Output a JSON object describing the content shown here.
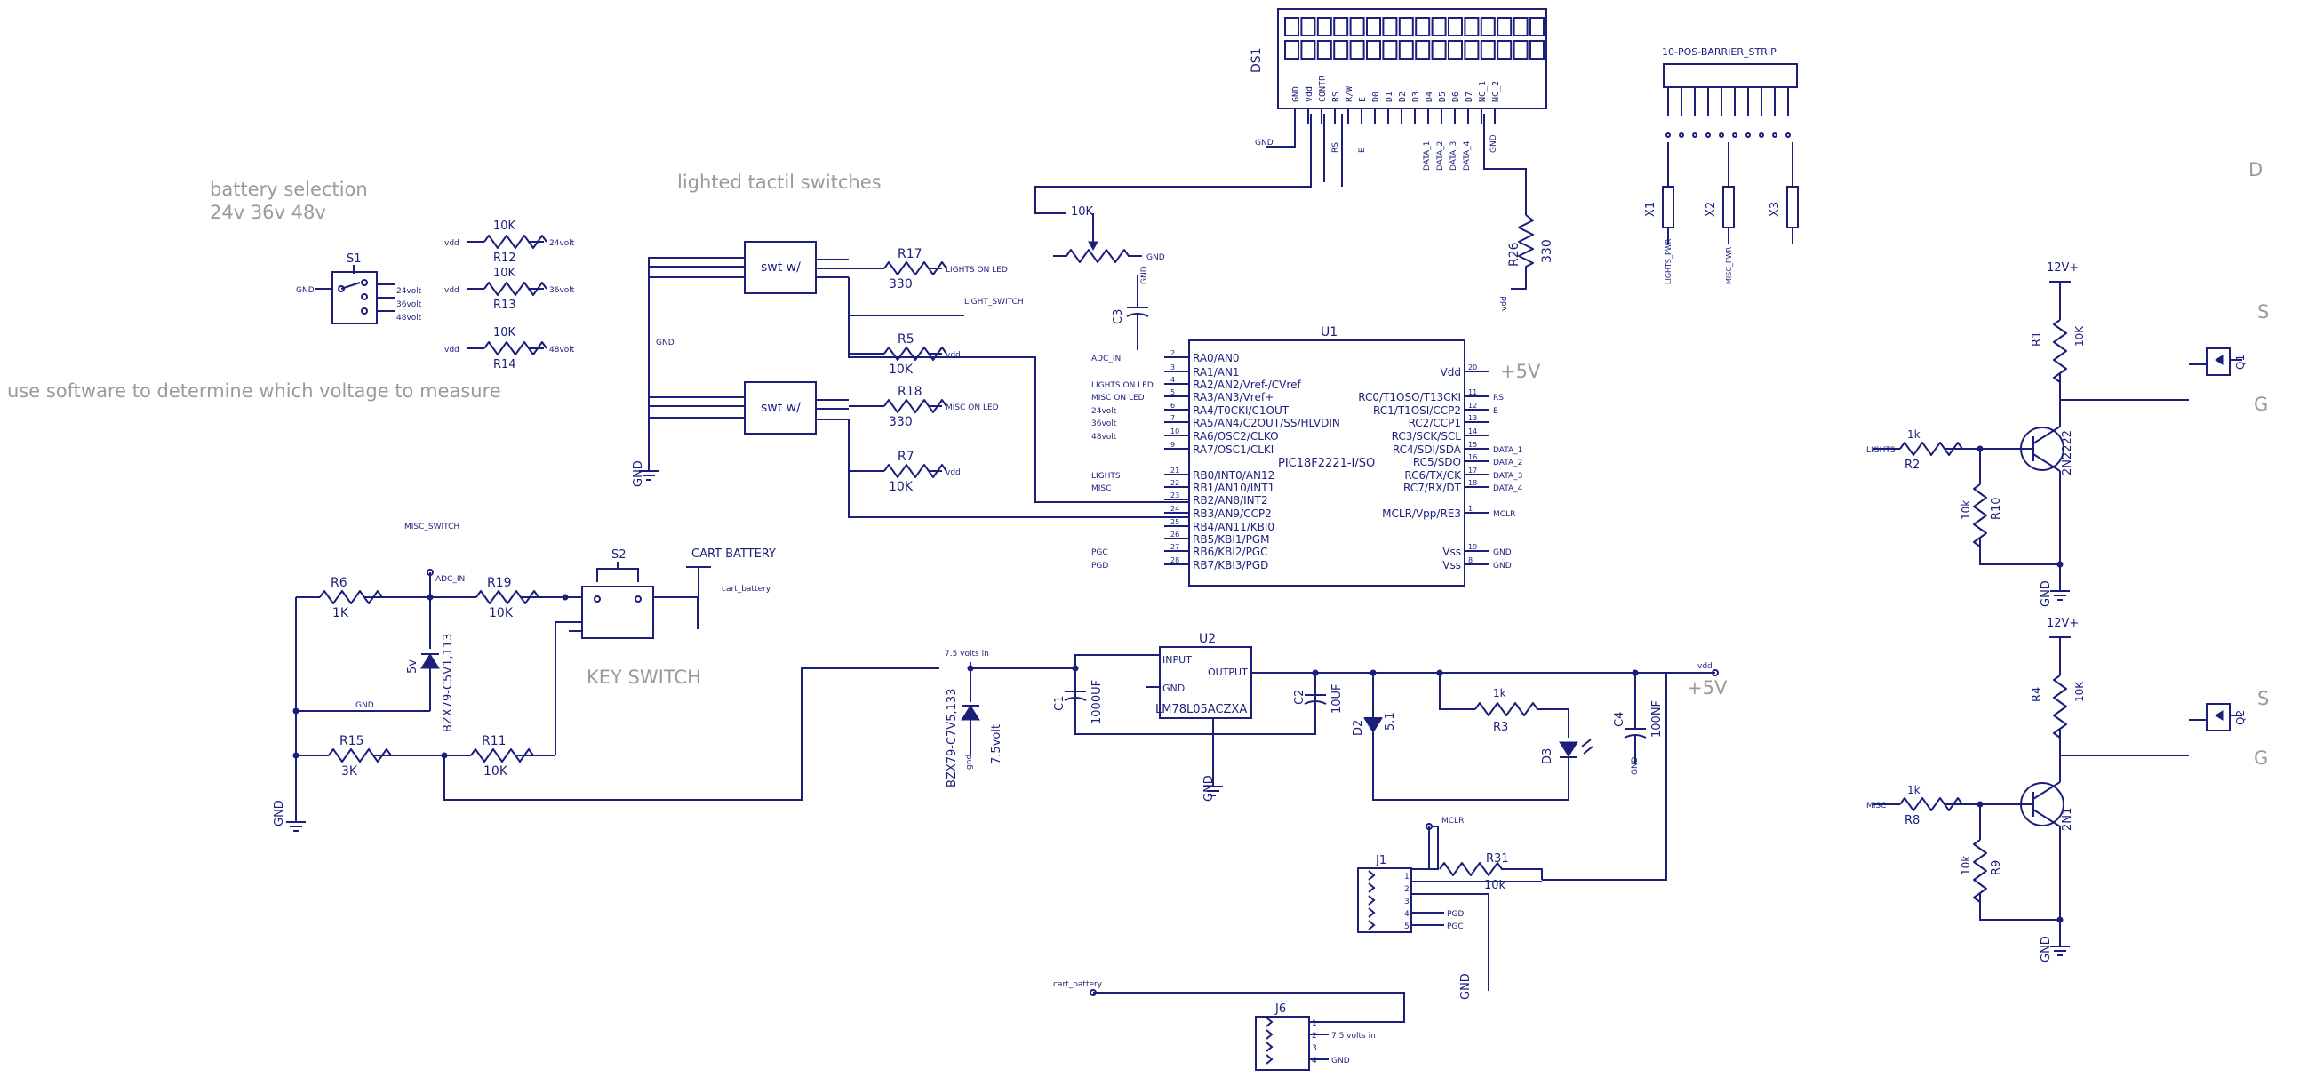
{
  "notes": {
    "battery_selection_1": "battery selection",
    "battery_selection_2": "24v 36v 48v",
    "lighted_switches": "lighted tactil switches",
    "software": "use software to determine which voltage to measure",
    "key_switch": "KEY SWITCH",
    "cart_battery_title": "CART BATTERY",
    "plus5v_a": "+5V",
    "plus5v_b": "+5V",
    "sheet_letter": "D"
  },
  "refs": {
    "DS1": "DS1",
    "U1": "U1",
    "U2": "U2",
    "S1": "S1",
    "S2": "S2",
    "J1": "J1",
    "J6": "J6",
    "Q1": "Q1",
    "Q2": "Q2",
    "R1": "R1",
    "R2": "R2",
    "R3": "R3",
    "R4": "R4",
    "R5": "R5",
    "R6": "R6",
    "R7": "R7",
    "R8": "R8",
    "R9": "R9",
    "R10": "R10",
    "R11": "R11",
    "R12": "R12",
    "R13": "R13",
    "R14": "R14",
    "R15": "R15",
    "R17": "R17",
    "R18": "R18",
    "R19": "R19",
    "R26": "R26",
    "R31": "R31",
    "C1": "C1",
    "C2": "C2",
    "C3": "C3",
    "C4": "C4",
    "D2": "D2",
    "D3": "D3",
    "X1": "X1",
    "X2": "X2",
    "X3": "X3",
    "Q1_npn": "2N2222",
    "Q2_npn": "2N1"
  },
  "values": {
    "10K": "10K",
    "1K": "1K",
    "3K": "3K",
    "330": "330",
    "1k": "1k",
    "10k": "10k",
    "C1": "1000UF",
    "C2": "10UF",
    "C4": "100NF",
    "U1_part": "PIC18F2221-I/SO",
    "U2_part": "LM78L05ACZXA",
    "zener_1": "BZX79-C5V1,113",
    "zener_1v": "5v",
    "zener_2": "BZX79-C7V5,133",
    "zener_2v": "7.5volt",
    "D2_val": "5.1",
    "barrier": "10-POS-BARRIER_STRIP",
    "switch": "swt w/"
  },
  "nets": {
    "vdd": "vdd",
    "gnd": "GND",
    "gnd_lc": "gnd",
    "v24": "24volt",
    "v36": "36volt",
    "v48": "48volt",
    "lights_on_led": "LIGHTS ON LED",
    "misc_on_led": "MISC ON LED",
    "light_switch": "LIGHT_SWITCH",
    "misc_switch": "MISC_SWITCH",
    "adc_in": "ADC_IN",
    "cart_battery": "cart_battery",
    "v75_in": "7.5 volts in",
    "mclr": "MCLR",
    "pgc": "PGC",
    "pgd": "PGD",
    "lights": "LIGHTS",
    "misc": "MISC",
    "v12": "12V+",
    "rs": "RS",
    "e": "E",
    "data1": "DATA_1",
    "data2": "DATA_2",
    "data3": "DATA_3",
    "data4": "DATA_4",
    "lights_pwr": "LIGHTS_PWR",
    "misc_pwr": "MISC_PWR",
    "lights_in": "LIGHTS",
    "misc_in": "MISC"
  },
  "u1": {
    "left_pins": [
      "RA0/AN0",
      "RA1/AN1",
      "RA2/AN2/Vref-/CVref",
      "RA3/AN3/Vref+",
      "RA4/T0CKI/C1OUT",
      "RA5/AN4/C2OUT/SS/HLVDIN",
      "RA6/OSC2/CLKO",
      "RA7/OSC1/CLKI",
      "RB0/INT0/AN12",
      "RB1/AN10/INT1",
      "RB2/AN8/INT2",
      "RB3/AN9/CCP2",
      "RB4/AN11/KBI0",
      "RB5/KBI1/PGM",
      "RB6/KBI2/PGC",
      "RB7/KBI3/PGD"
    ],
    "left_nums": [
      "2",
      "3",
      "4",
      "5",
      "6",
      "7",
      "10",
      "9",
      "21",
      "22",
      "23",
      "24",
      "25",
      "26",
      "27",
      "28"
    ],
    "left_nets": [
      "ADC_IN",
      "",
      "LIGHTS ON LED",
      "MISC ON LED",
      "24volt",
      "36volt",
      "48volt",
      "",
      "LIGHTS",
      "MISC",
      "",
      "",
      "",
      "",
      "PGC",
      "PGD"
    ],
    "right_pins": [
      "Vdd",
      "RC0/T1OSO/T13CKI",
      "RC1/T1OSI/CCP2",
      "RC2/CCP1",
      "RC3/SCK/SCL",
      "RC4/SDI/SDA",
      "RC5/SDO",
      "RC6/TX/CK",
      "RC7/RX/DT",
      "MCLR/Vpp/RE3",
      "Vss",
      "Vss"
    ],
    "right_nums": [
      "20",
      "11",
      "12",
      "13",
      "14",
      "15",
      "16",
      "17",
      "18",
      "1",
      "19",
      "8"
    ],
    "right_nets": [
      "",
      "RS",
      "E",
      "",
      "",
      "DATA_1",
      "DATA_2",
      "DATA_3",
      "DATA_4",
      "MCLR",
      "GND",
      "GND"
    ]
  },
  "ds1_pins": [
    "GND",
    "Vdd",
    "CONTR",
    "RS",
    "R/W",
    "E",
    "D0",
    "D1",
    "D2",
    "D3",
    "D4",
    "D5",
    "D6",
    "D7",
    "NC_1",
    "NC_2"
  ],
  "ds1_pin_nets": [
    "",
    "",
    "",
    "RS",
    "",
    "E",
    "",
    "",
    "",
    "",
    "DATA_1",
    "DATA_2",
    "DATA_3",
    "DATA_4",
    "",
    "GND"
  ],
  "u2_pins": {
    "input": "INPUT",
    "output": "OUTPUT",
    "gnd": "GND"
  },
  "j1_pins": [
    "1",
    "2",
    "3",
    "4",
    "5"
  ],
  "j1_nets": [
    "",
    "",
    "",
    "PGD",
    "PGC"
  ],
  "j6_pins": [
    "1",
    "2",
    "3",
    "4"
  ],
  "j6_nets": [
    "",
    "7.5 volts in",
    "",
    "GND"
  ]
}
